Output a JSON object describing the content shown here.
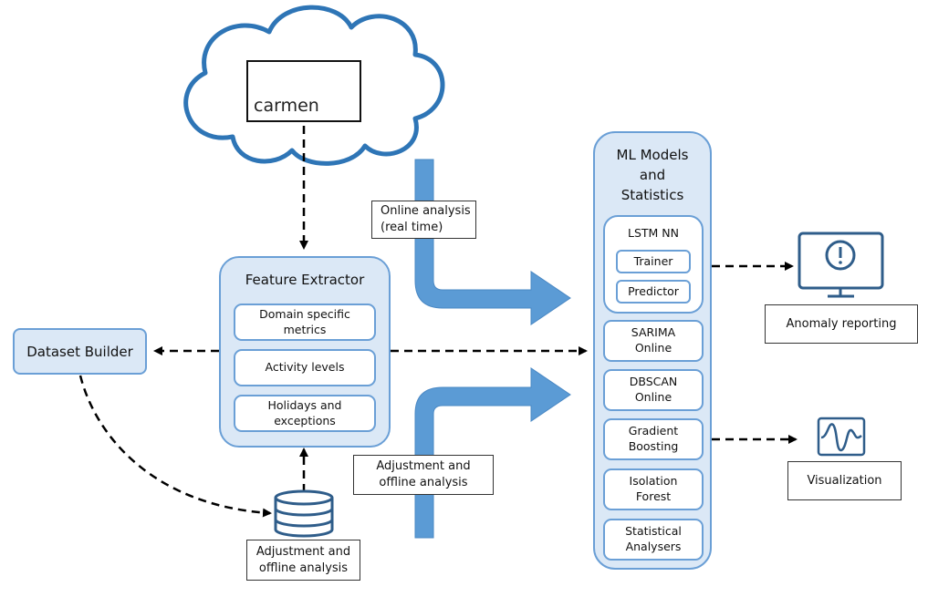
{
  "source": {
    "logo_text": "carmen"
  },
  "feature_extractor": {
    "title": "Feature Extractor",
    "items": [
      "Domain specific\nmetrics",
      "Activity levels",
      "Holidays and\nexceptions"
    ]
  },
  "dataset_builder": {
    "title": "Dataset Builder"
  },
  "database": {
    "label": "Adjustment and\noffline analysis"
  },
  "flows": {
    "online": "Online analysis\n(real time)",
    "offline": "Adjustment and\noffline analysis"
  },
  "ml_models": {
    "title": "ML Models\nand\nStatistics",
    "lstm": {
      "title": "LSTM NN",
      "items": [
        "Trainer",
        "Predictor"
      ]
    },
    "items": [
      "SARIMA\nOnline",
      "DBSCAN\nOnline",
      "Gradient\nBoosting",
      "Isolation\nForest",
      "Statistical\nAnalysers"
    ]
  },
  "outputs": {
    "anomaly": "Anomaly reporting",
    "visualization": "Visualization"
  },
  "icons": {
    "cloud": "cloud-icon",
    "magnifier": "magnifier-chart-icon",
    "database": "database-icon",
    "monitor": "monitor-alert-icon",
    "waveform": "waveform-icon"
  },
  "colors": {
    "accent_blue": "#5b9bd5",
    "box_fill": "#dbe8f6",
    "box_border": "#6a9fd6",
    "cloud_stroke": "#2e75b6",
    "icon_dark": "#2f5d8a"
  }
}
